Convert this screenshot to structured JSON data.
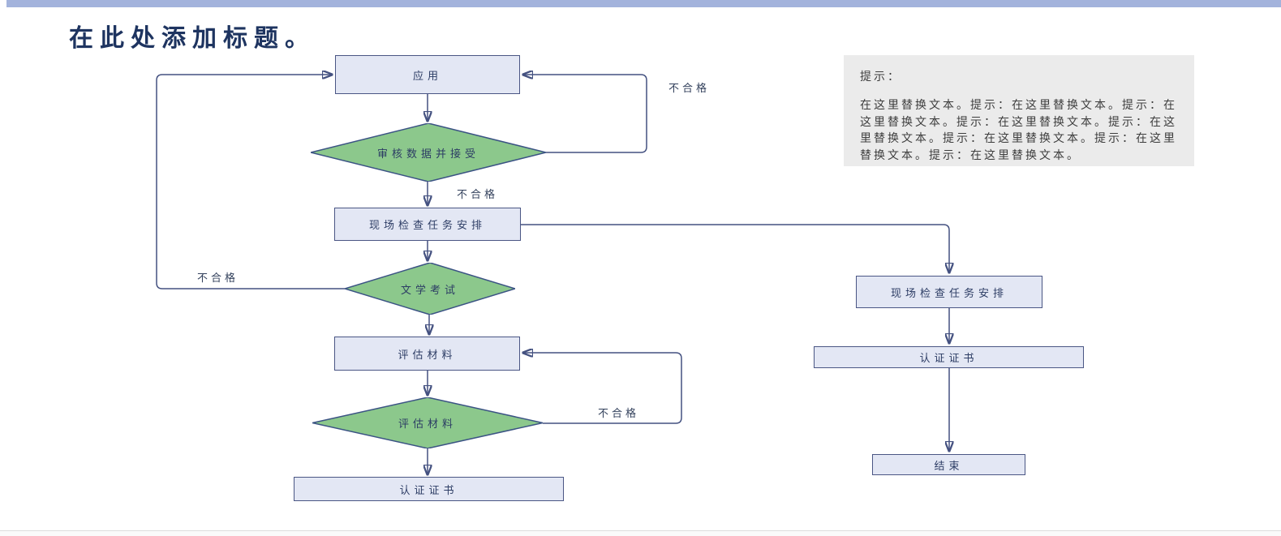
{
  "title": "在此处添加标题。",
  "note": {
    "heading": "提示：",
    "body": "在这里替换文本。提示：在这里替换文本。提示：在这里替换文本。提示：在这里替换文本。提示：在这里替换文本。提示：在这里替换文本。提示：在这里替换文本。提示：在这里替换文本。"
  },
  "nodes": {
    "apply": "应用",
    "review_accept": "审核数据并接受",
    "site_inspection_left": "现场检查任务安排",
    "literature_exam": "文学考试",
    "evaluate_materials_box": "评估材料",
    "evaluate_materials_decision": "评估材料",
    "cert_left": "认证证书",
    "site_inspection_right": "现场检查任务安排",
    "cert_right": "认证证书",
    "end": "结束"
  },
  "labels": {
    "fail_top_right": "不合格",
    "fail_below_review": "不合格",
    "fail_left": "不合格",
    "fail_bottom_right": "不合格"
  },
  "colors": {
    "top_bar": "#a3b3dc",
    "process_fill": "#e3e7f4",
    "process_border": "#4a5684",
    "decision_fill": "#8cc88c",
    "connector": "#445180",
    "note_bg": "#ebebeb",
    "title_color": "#1e3460"
  }
}
